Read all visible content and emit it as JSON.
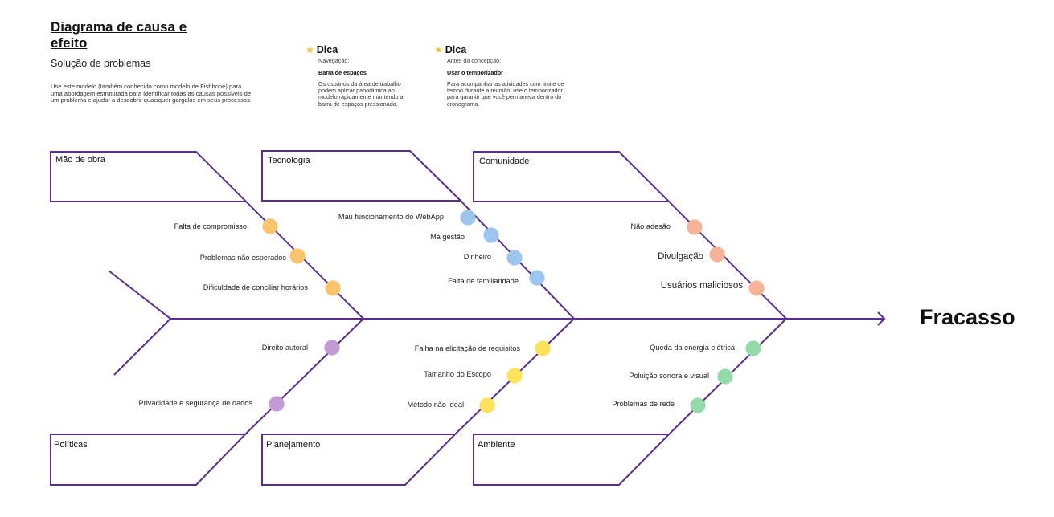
{
  "header": {
    "title": "Diagrama de causa e efeito",
    "subtitle": "Solução de problemas",
    "description": "Use este modelo (também conhecido como modelo de Fishbone) para uma abordagem estruturada para identificar todas as causas possíveis de um problema e ajudar a descobrir quaisquer gargalos em seus processos."
  },
  "tips": [
    {
      "heading": "Dica",
      "label": "Navegação:",
      "bold": "Barra de espaços",
      "body": "Os usuários da área de trabalho podem aplicar panorâmica ao modelo rapidamente mantendo a barra de espaços pressionada."
    },
    {
      "heading": "Dica",
      "label": "Antes da concepção:",
      "bold": "Usar o temporizador",
      "body": "Para acompanhar as atividades com limite de tempo durante a reunião, use o temporizador para garantir que você permaneça dentro do cronograma."
    }
  ],
  "effect": "Fracasso",
  "categories": {
    "mao_de_obra": {
      "label": "Mão de obra",
      "color": "#f9c56b",
      "causes": [
        "Falta de compromisso",
        "Problemas não esperados",
        "Dificuldade de conciliar horários"
      ]
    },
    "tecnologia": {
      "label": "Tecnologia",
      "color": "#9cc6ee",
      "causes": [
        "Mau funcionamento do WebApp",
        "Má gestão",
        "Dinheiro",
        "Falta de familiaridade"
      ]
    },
    "comunidade": {
      "label": "Comunidade",
      "color": "#f6b397",
      "causes": [
        "Não adesão",
        "Divulgação",
        "Usuários maliciosos"
      ]
    },
    "politicas": {
      "label": "Políticas",
      "color": "#c39ad8",
      "causes": [
        "Direito autoral",
        "Privacidade e segurança de dados"
      ]
    },
    "planejamento": {
      "label": "Planejamento",
      "color": "#fde35b",
      "causes": [
        "Falha na elicitação de requisitos",
        "Tamanho do Escopo",
        "Método não ideal"
      ]
    },
    "ambiente": {
      "label": "Ambiente",
      "color": "#93dcaa",
      "causes": [
        "Queda da energia elétrica",
        "Poluição sonora e visual",
        "Problemas de rede"
      ]
    }
  },
  "colors": {
    "line": "#5b2d90"
  }
}
